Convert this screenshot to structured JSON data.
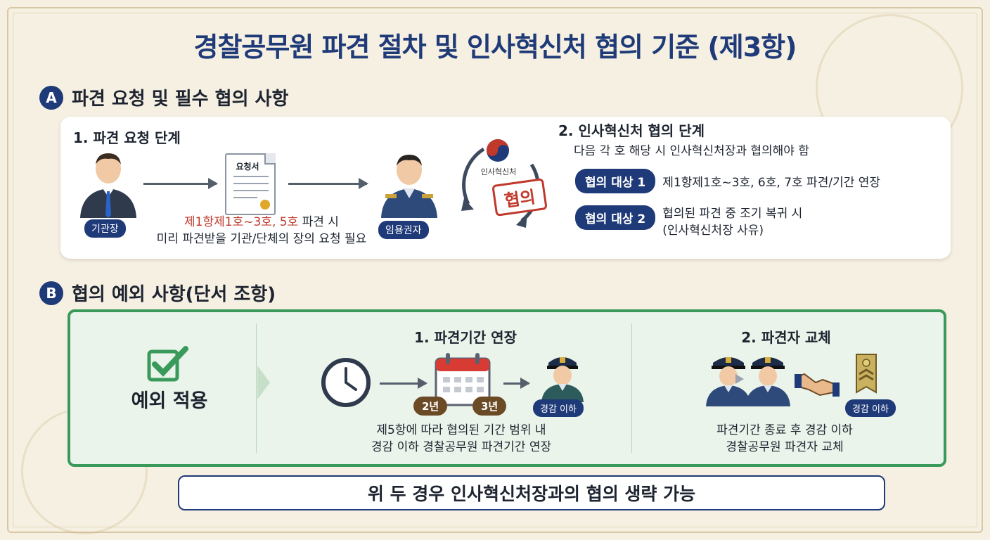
{
  "title": "경찰공무원 파견 절차 및 인사혁신처 협의 기준 (제3항)",
  "section_a": {
    "badge": "A",
    "title": "파견 요청 및 필수 협의 사항",
    "step1": {
      "title": "1. 파견 요청 단계",
      "agency_head_label": "기관장",
      "document_label": "요청서",
      "appointer_label": "임용권자",
      "desc_highlight": "제1항제1호~3호, 5호",
      "desc_rest_line1": " 파견 시",
      "desc_line2": "미리 파견받을 기관/단체의 장의 요청 필요",
      "ministry_logo_text": "인사혁신처",
      "stamp_text": "협의"
    },
    "step2": {
      "title": "2. 인사혁신처 협의 단계",
      "subtitle": "다음 각 호 해당 시 인사혁신처장과 협의해야 함",
      "targets": [
        {
          "label": "협의 대상 1",
          "text_line1": "제1항제1호~3호, 6호, 7호 파견/기간 연장",
          "text_line2": ""
        },
        {
          "label": "협의 대상 2",
          "text_line1": "협의된 파견 중 조기 복귀 시",
          "text_line2": "(인사혁신처장 사유)"
        }
      ]
    }
  },
  "section_b": {
    "badge": "B",
    "title": "협의 예외 사항(단서 조항)",
    "exception_label": "예외 적용",
    "case1": {
      "title": "1. 파견기간 연장",
      "year1": "2년",
      "year2": "3년",
      "rank_label": "경감 이하",
      "desc_line1": "제5항에 따라 협의된 기간 범위 내",
      "desc_line2": "경감 이하 경찰공무원 파견기간 연장"
    },
    "case2": {
      "title": "2. 파견자 교체",
      "rank_label": "경감 이하",
      "desc_line1": "파견기간 종료 후 경감 이하",
      "desc_line2": "경찰공무원 파견자 교체"
    }
  },
  "bottom_note": "위 두 경우 인사혁신처장과의 협의 생략 가능",
  "colors": {
    "navy": "#1f3a78",
    "green": "#3a9a5c",
    "red": "#c0392b",
    "background": "#f6f0e2"
  }
}
